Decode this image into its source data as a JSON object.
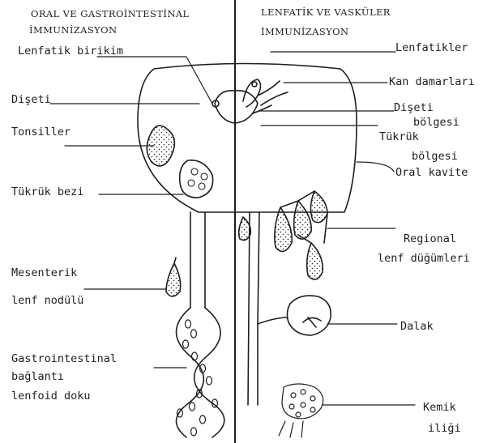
{
  "headers": {
    "left_line1": "ORAL VE GASTROİNTESTİNAL",
    "left_line2": "İMMUNİZASYON",
    "right_line1": "LENFATİK VE VASKÜLER",
    "right_line2": "İMMUNİZASYON"
  },
  "labels": {
    "lenfatik_birikim": "Lenfatik birikim",
    "diseti": "Dişeti",
    "tonsiller": "Tonsiller",
    "tukruk_bezi": "Tükrük bezi",
    "mesenterik_1": "Mesenterik",
    "mesenterik_2": "lenf nodülü",
    "gastro_1": "Gastrointestinal",
    "gastro_2": "bağlantı",
    "gastro_3": "lenfoid doku",
    "lenfatikler": "Lenfatikler",
    "kan_damarlari": "Kan damarları",
    "diseti_bolgesi_1": "Dişeti",
    "diseti_bolgesi_2": "bölgesi",
    "tukruk_bolgesi_1": "Tükrük",
    "tukruk_bolgesi_2": "bölgesi",
    "oral_kavite": "Oral kavite",
    "regional_1": "Regional",
    "regional_2": "lenf düğümleri",
    "dalak": "Dalak",
    "kemik_1": "Kemik",
    "kemik_2": "iliği"
  },
  "colors": {
    "ink": "#1e1e1e",
    "paper": "#ffffff"
  }
}
